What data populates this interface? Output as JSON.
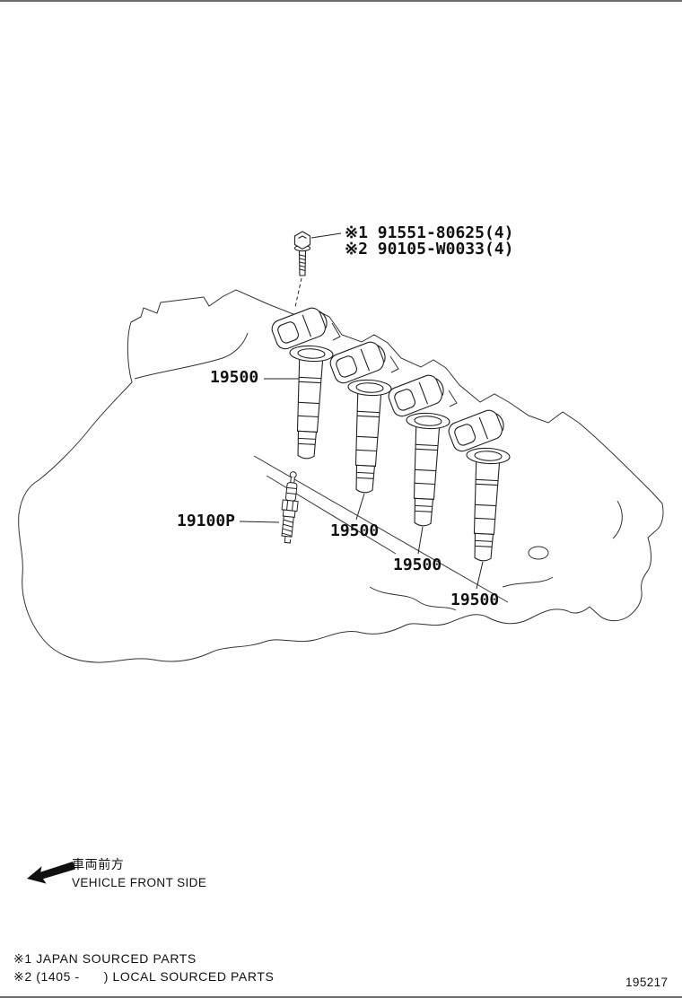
{
  "diagram": {
    "bolt_label_line1": "※1 91551-80625(4)",
    "bolt_label_line2": "※2 90105-W0033(4)",
    "coil_labels": [
      "19500",
      "19500",
      "19500",
      "19500"
    ],
    "spark_plug_label": "19100P"
  },
  "footer": {
    "front_label_jp": "車両前方",
    "front_label_en": "VEHICLE FRONT SIDE",
    "note_1": "※1 JAPAN SOURCED PARTS",
    "note_2": "※2 (1405 -      ) LOCAL SOURCED PARTS",
    "figure_number": "195217"
  },
  "colors": {
    "line": "#222222",
    "background": "#ffffff",
    "text": "#111111"
  }
}
